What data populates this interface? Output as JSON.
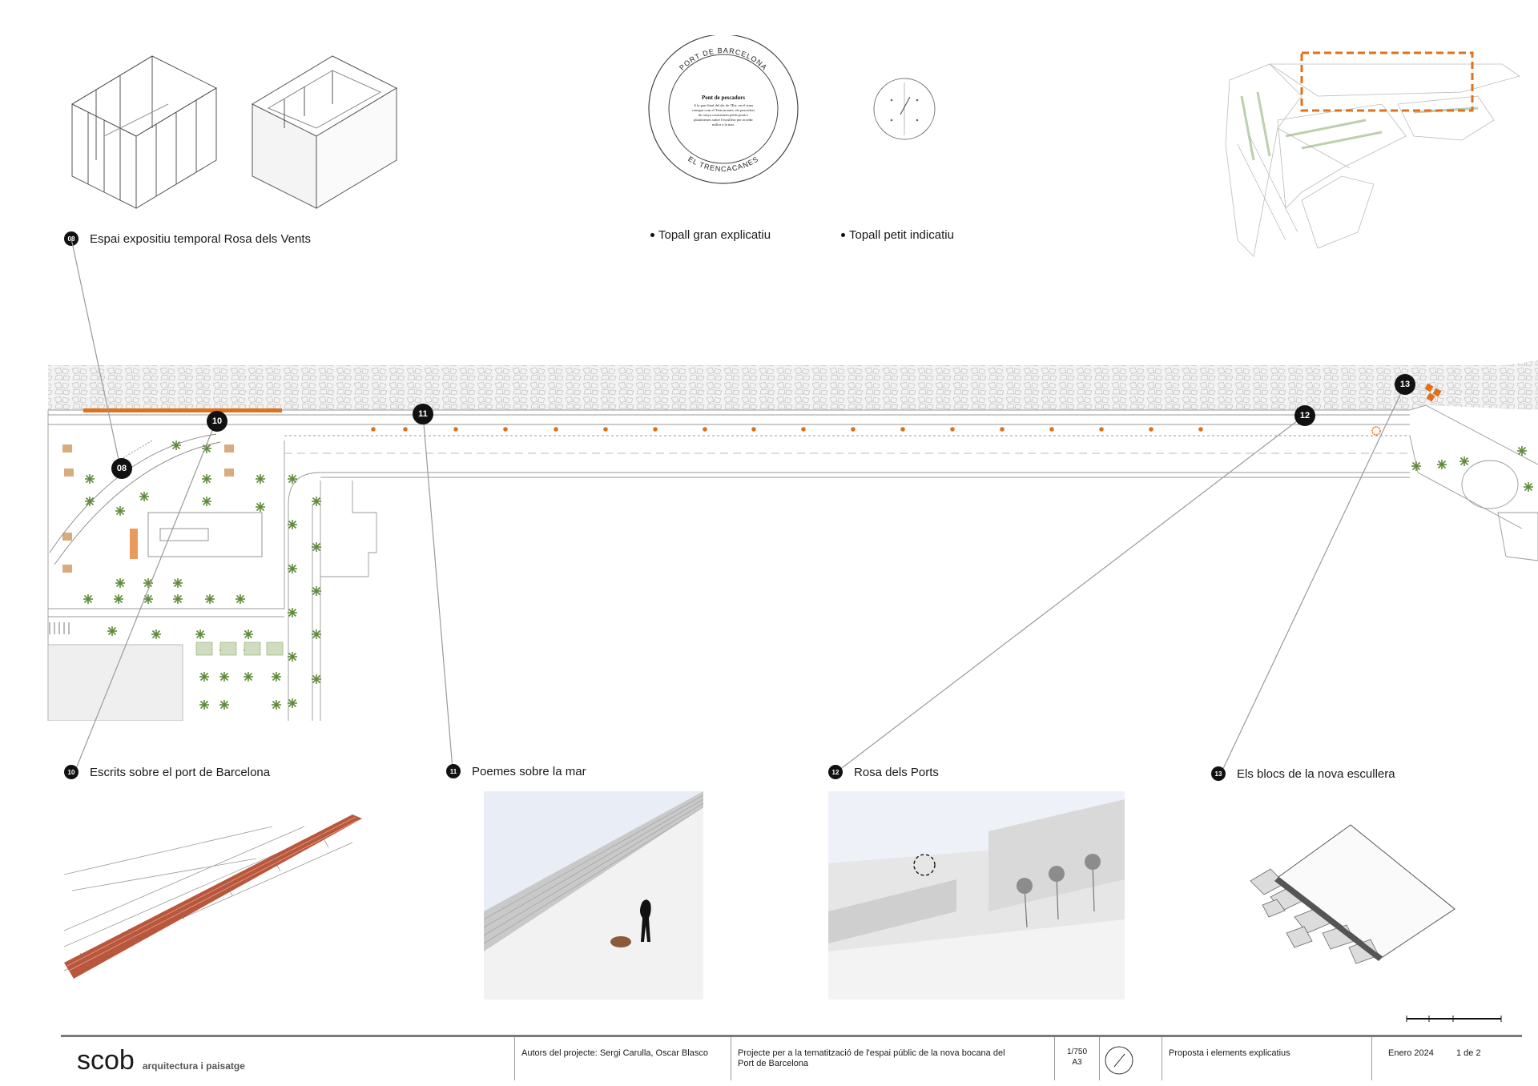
{
  "labels": {
    "l08": {
      "num": "08",
      "text": "Espai expositiu temporal Rosa dels Vents"
    },
    "l10": {
      "num": "10",
      "text": "Escrits sobre el port de Barcelona"
    },
    "l11": {
      "num": "11",
      "text": "Poemes sobre la mar"
    },
    "l12": {
      "num": "12",
      "text": "Rosa dels Ports"
    },
    "l13": {
      "num": "13",
      "text": "Els blocs de la nova escullera"
    },
    "topall_gran": "Topall gran explicatiu",
    "topall_petit": "Topall petit indicatiu"
  },
  "plan_markers": [
    "08",
    "10",
    "11",
    "12",
    "13"
  ],
  "medallion": {
    "top_text": "PORT DE BARCELONA",
    "bottom_text": "EL TRENCACANES",
    "title": "Pont de pescadors",
    "body": [
      "A la part final del dic de l'Est, en el tram",
      "conegut com el Trencacanes, els pescadors",
      "de canya construïren petits ponts i",
      "plataformes sobre l'escullera per accedir",
      "millor a la mar."
    ]
  },
  "titleblock": {
    "brand": "scob",
    "brand_sub": "arquitectura i paisatge",
    "authors": "Autors del projecte: Sergi Carulla, Oscar Blasco",
    "project_line1": "Projecte per a la tematització de l'espai públic de la nova bocana del",
    "project_line2": "Port de Barcelona",
    "scale": "1/750",
    "paper": "A3",
    "sheet_title": "Proposta i elements explicatius",
    "date": "Enero 2024",
    "sheet_num": "1 de 2"
  },
  "colors": {
    "accent": "#e0701a",
    "palm": "#5f8a3a",
    "line": "#888888"
  }
}
